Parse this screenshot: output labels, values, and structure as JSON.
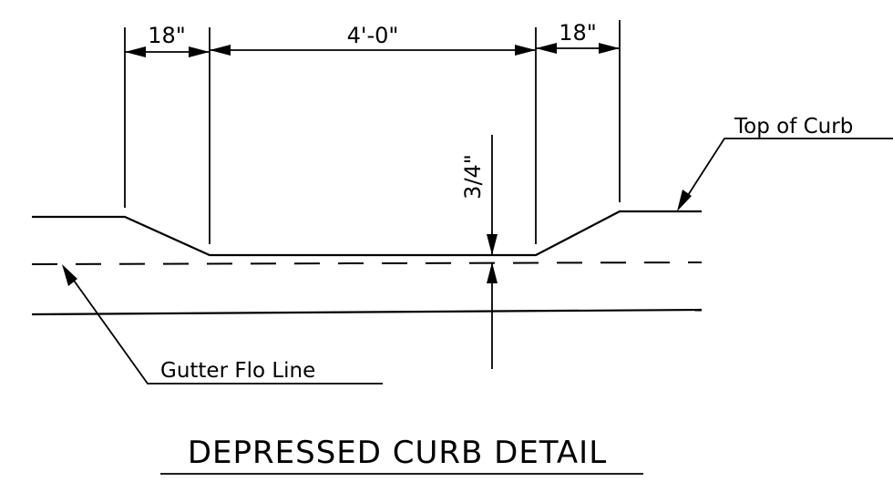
{
  "dimensions": {
    "left_taper": "18\"",
    "depressed_length": "4'-0\"",
    "right_taper": "18\"",
    "depression_depth": "3/4\""
  },
  "callouts": {
    "top_of_curb": "Top of Curb",
    "gutter_flow_line": "Gutter Flo Line"
  },
  "title": "DEPRESSED CURB DETAIL"
}
